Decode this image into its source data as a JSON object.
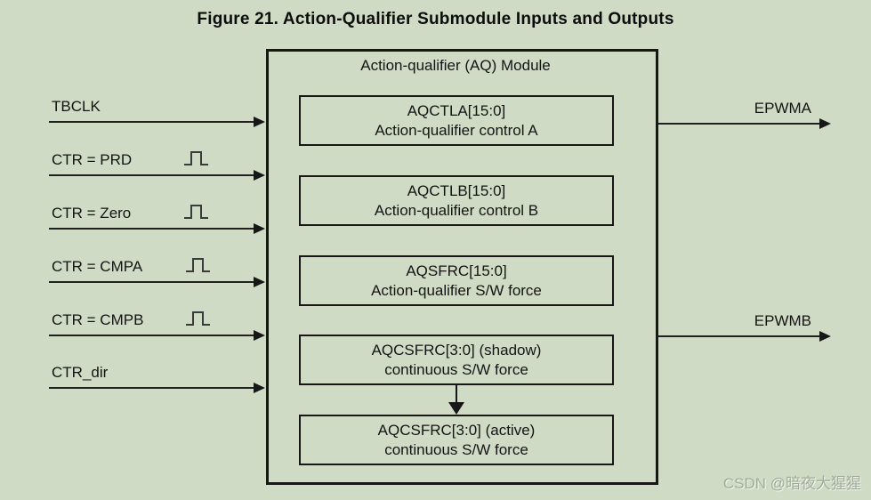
{
  "figure": {
    "title": "Figure 21. Action-Qualifier Submodule Inputs and Outputs"
  },
  "module": {
    "title": "Action-qualifier (AQ) Module",
    "registers": [
      {
        "name": "AQCTLA[15:0]",
        "desc": "Action-qualifier control A"
      },
      {
        "name": "AQCTLB[15:0]",
        "desc": "Action-qualifier control B"
      },
      {
        "name": "AQSFRC[15:0]",
        "desc": "Action-qualifier S/W force"
      },
      {
        "name": "AQCSFRC[3:0] (shadow)",
        "desc": "continuous S/W force"
      },
      {
        "name": "AQCSFRC[3:0] (active)",
        "desc": "continuous S/W force"
      }
    ]
  },
  "inputs": [
    {
      "label": "TBCLK",
      "pulse": false
    },
    {
      "label": "CTR = PRD",
      "pulse": true
    },
    {
      "label": "CTR = Zero",
      "pulse": true
    },
    {
      "label": "CTR = CMPA",
      "pulse": true
    },
    {
      "label": "CTR = CMPB",
      "pulse": true
    },
    {
      "label": "CTR_dir",
      "pulse": false
    }
  ],
  "outputs": [
    {
      "label": "EPWMA"
    },
    {
      "label": "EPWMB"
    }
  ],
  "watermark": "CSDN @暗夜大猩猩",
  "colors": {
    "background": "#cfdbc4",
    "border": "#171717",
    "text": "#141414",
    "pulse_stroke": "#3b3b3b"
  }
}
